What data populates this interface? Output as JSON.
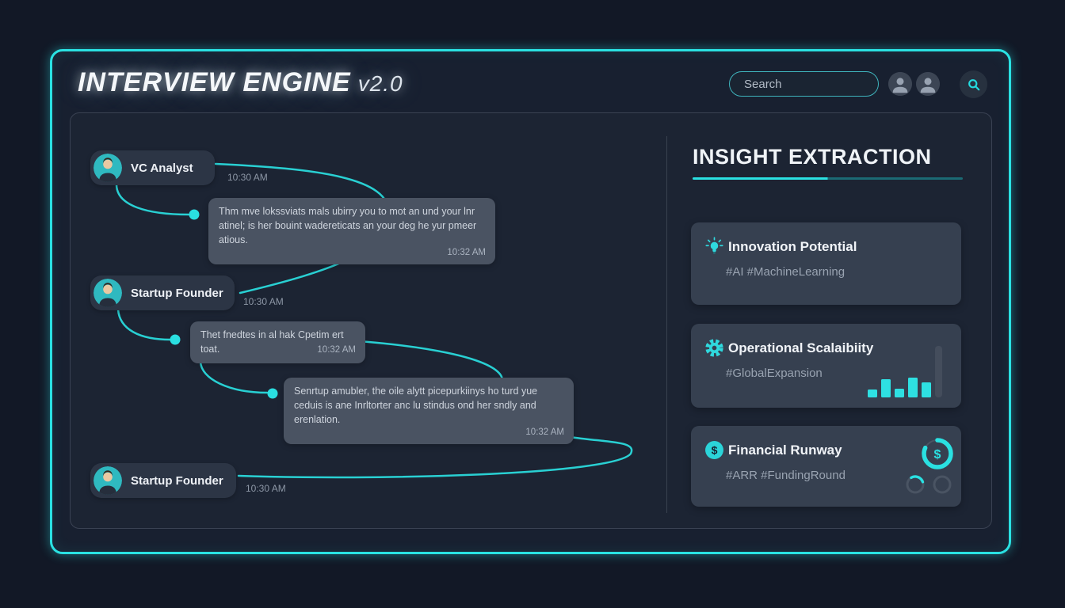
{
  "header": {
    "title": "INTERVIEW ENGINE",
    "version": "v2.0",
    "search_placeholder": "Search"
  },
  "chat": {
    "pill1": {
      "label": "VC Analyst",
      "time": "10:30 AM"
    },
    "bubble1": {
      "text": "Thm mve lokssviats mals ubirry you to mot an und your lnr atinel; is her bouint wadereticats an your deg he yur pmeer atious.",
      "time": "10:32 AM"
    },
    "pill2": {
      "label": "Startup Founder",
      "time": "10:30 AM"
    },
    "bubble2": {
      "text": "Thet fnedtes in al hak Cpetim ert toat.",
      "time": "10:32 AM"
    },
    "bubble3": {
      "text": "Senrtup amubler, the oile alytt picepurkiinys ho turd yue ceduis is ane Inrltorter anc lu stindus ond her sndly and erenlation.",
      "time": "10:32 AM"
    },
    "pill3": {
      "label": "Startup Founder",
      "time": "10:30 AM"
    }
  },
  "insights": {
    "title": "INSIGHT EXTRACTION",
    "currency_symbol": "$",
    "cards": [
      {
        "title": "Innovation Potential",
        "tags": "#AI #MachineLearning",
        "icon": "lightbulb-icon"
      },
      {
        "title": "Operational Scalaibiity",
        "tags": "#GlobalExpansion",
        "icon": "gear-icon"
      },
      {
        "title": "Financial Runway",
        "tags": "#ARR #FundingRound",
        "icon": "dollar-icon"
      }
    ]
  },
  "chart_data": {
    "type": "bar",
    "title": "Operational scalability mini bar chart",
    "values": [
      10,
      23,
      11,
      25,
      19
    ],
    "gray_column_height": 65,
    "donuts": {
      "financial_main_pct": 82,
      "financial_small1_pct": 28,
      "financial_small2_pct": 0
    }
  },
  "colors": {
    "accent": "#2AE1E2",
    "card_bg": "#364050",
    "bubble_bg": "#4A5362",
    "page_bg": "#121826"
  }
}
